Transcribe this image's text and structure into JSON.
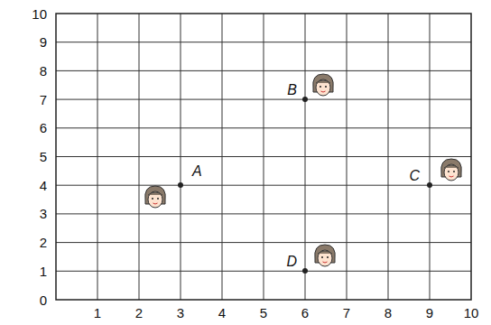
{
  "diagram": {
    "labels": [
      "10",
      "9",
      "8",
      "7",
      "6",
      "5",
      "4",
      "3",
      "2",
      "1",
      "0",
      "1",
      "2",
      "3",
      "4",
      "5",
      "6",
      "7",
      "8",
      "9",
      "10",
      "A",
      "B",
      "C",
      "D"
    ]
  }
}
